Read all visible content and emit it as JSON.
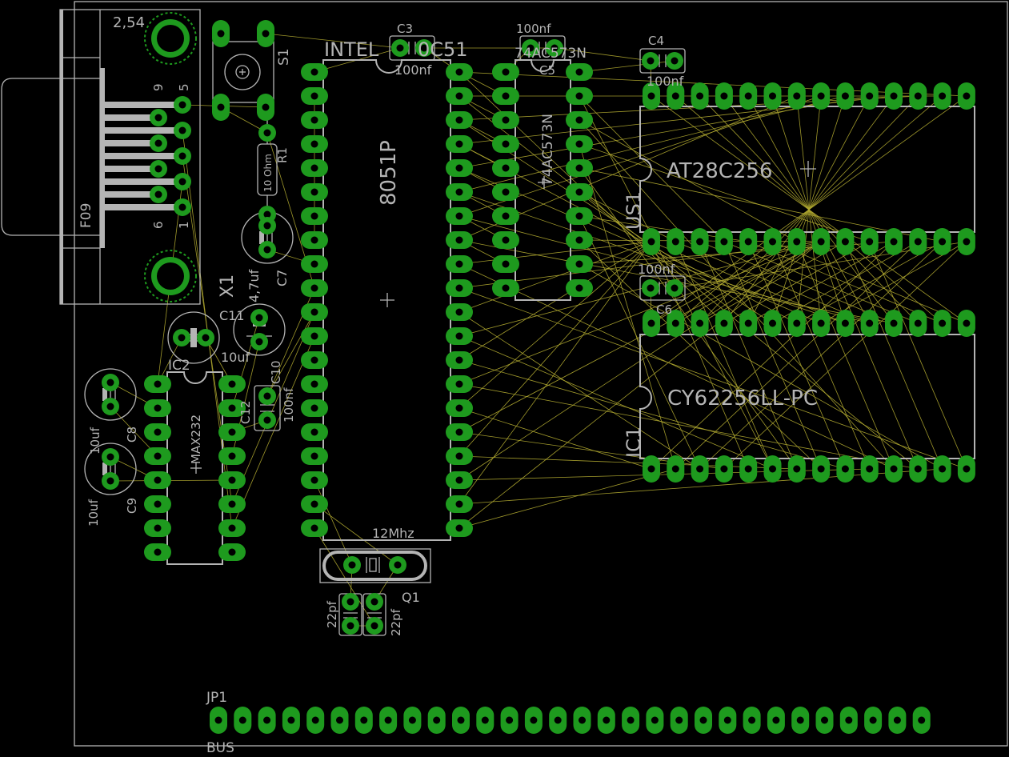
{
  "labels": {
    "pitch": "2,54",
    "s1": "S1",
    "intel": "INTEL",
    "intel_tail": "0C51",
    "mcu_part": "8051P",
    "c3": "C3",
    "c3_val": "100nf",
    "c5_val": "100nf",
    "latch_top": "74AC573N",
    "c5": "C5",
    "latch_part": "74AC573N",
    "c4": "C4",
    "c4_val": "100nf",
    "eeprom": "AT28C256",
    "us1": "US1",
    "c6_val": "100nf",
    "c6": "C6",
    "sram": "CY62256LL-PC",
    "ic1": "IC1",
    "pin9": "9",
    "pin5": "5",
    "pin6": "6",
    "pin1": "1",
    "f09": "F09",
    "r1": "R1",
    "r1_val": "10 Ohm",
    "c7": "C7",
    "c7_val": "4,7uf",
    "x1": "X1",
    "c11": "C11",
    "c11_val": "10uf",
    "ic2": "IC2",
    "c10": "C10",
    "c10_val": "100nf",
    "c12": "C12",
    "max232": "MAX232",
    "c8_val": "10uf",
    "c8": "C8",
    "c9_val": "10uf",
    "c9": "C9",
    "xtal": "12Mhz",
    "q1": "Q1",
    "cap_left": "22pf",
    "cap_right": "22pf",
    "jp1": "JP1",
    "bus": "BUS"
  },
  "colors": {
    "background": "#000000",
    "copper_pad": "#1e9a1e",
    "silkscreen": "#b4b4b4",
    "airwire": "#b0a830"
  }
}
